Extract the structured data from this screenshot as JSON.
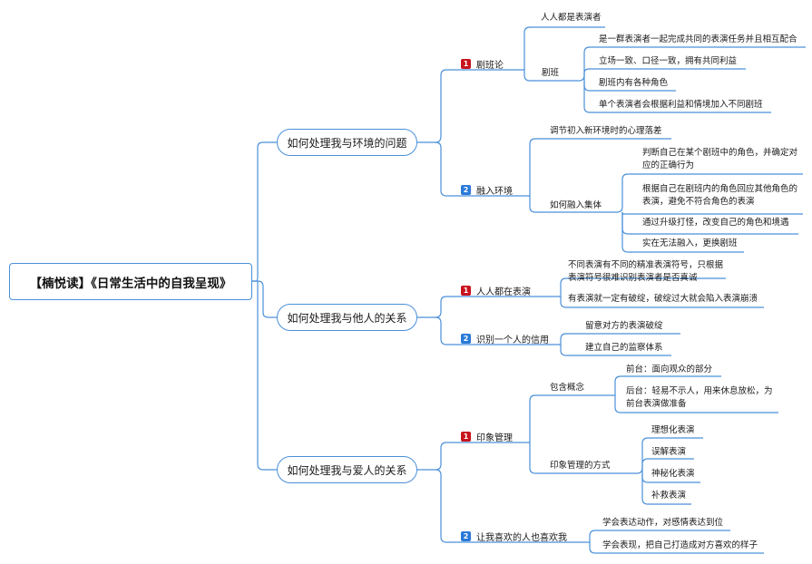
{
  "root": "【楠悦读】《日常生活中的自我呈现》",
  "colors": {
    "line": "#4a90d9",
    "red_badge": "#c8141e",
    "blue_badge": "#2a7ad8"
  },
  "topics": [
    {
      "label": "如何处理我与环境的问题",
      "subs": [
        {
          "num": "1",
          "color": "red",
          "label": "剧班论",
          "children": [
            {
              "label": "人人都是表演者"
            },
            {
              "label": "剧班",
              "children": [
                "是一群表演者一起完成共同的表演任务并且相互配合",
                "立场一致、口径一致，拥有共同利益",
                "剧班内有各种角色",
                "单个表演者会根据利益和情境加入不同剧班"
              ]
            }
          ]
        },
        {
          "num": "2",
          "color": "blue",
          "label": "融入环境",
          "children": [
            {
              "label": "调节初入新环境时的心理落差"
            },
            {
              "label": "如何融入集体",
              "children": [
                "判断自己在某个剧班中的角色，并确定对应的正确行为",
                "根据自己在剧班内的角色回应其他角色的表演，避免不符合角色的表演",
                "通过升级打怪，改变自己的角色和境遇",
                "实在无法融入，更换剧班"
              ]
            }
          ]
        }
      ]
    },
    {
      "label": "如何处理我与他人的关系",
      "subs": [
        {
          "num": "1",
          "color": "red",
          "label": "人人都在表演",
          "children": [
            {
              "label": "不同表演有不同的精准表演符号，只根据表演符号很难识别表演者是否真诚"
            },
            {
              "label": "有表演就一定有破绽，破绽过大就会陷入表演崩溃"
            }
          ]
        },
        {
          "num": "2",
          "color": "blue",
          "label": "识别一个人的信用",
          "children": [
            {
              "label": "留意对方的表演破绽"
            },
            {
              "label": "建立自己的监察体系"
            }
          ]
        }
      ]
    },
    {
      "label": "如何处理我与爱人的关系",
      "subs": [
        {
          "num": "1",
          "color": "red",
          "label": "印象管理",
          "children": [
            {
              "label": "包含概念",
              "children": [
                "前台：面向观众的部分",
                "后台：轻易不示人，用来休息放松，为前台表演做准备"
              ]
            },
            {
              "label": "印象管理的方式",
              "children": [
                "理想化表演",
                "误解表演",
                "神秘化表演",
                "补救表演"
              ]
            }
          ]
        },
        {
          "num": "2",
          "color": "blue",
          "label": "让我喜欢的人也喜欢我",
          "children": [
            {
              "label": "学会表达动作，对感情表达到位"
            },
            {
              "label": "学会表现，把自己打造成对方喜欢的样子"
            }
          ]
        }
      ]
    }
  ]
}
